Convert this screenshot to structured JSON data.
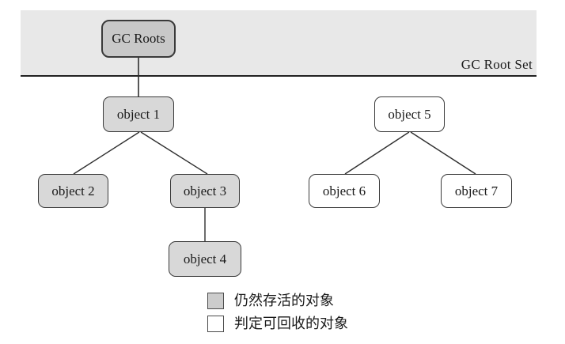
{
  "region": {
    "label": "GC Root Set"
  },
  "nodes": {
    "gc_roots": {
      "label": "GC Roots",
      "status": "root"
    },
    "object1": {
      "label": "object 1",
      "status": "alive"
    },
    "object2": {
      "label": "object 2",
      "status": "alive"
    },
    "object3": {
      "label": "object 3",
      "status": "alive"
    },
    "object4": {
      "label": "object 4",
      "status": "alive"
    },
    "object5": {
      "label": "object 5",
      "status": "recyclable"
    },
    "object6": {
      "label": "object 6",
      "status": "recyclable"
    },
    "object7": {
      "label": "object 7",
      "status": "recyclable"
    }
  },
  "edges": [
    {
      "from": "GC Roots",
      "to": "object 1"
    },
    {
      "from": "object 1",
      "to": "object 2"
    },
    {
      "from": "object 1",
      "to": "object 3"
    },
    {
      "from": "object 3",
      "to": "object 4"
    },
    {
      "from": "object 5",
      "to": "object 6"
    },
    {
      "from": "object 5",
      "to": "object 7"
    }
  ],
  "legend": {
    "alive": {
      "label": "仍然存活的对象"
    },
    "recyclable": {
      "label": "判定可回收的对象"
    }
  },
  "colors": {
    "root_region_bg": "#e8e8e8",
    "root_node_fill": "#c8c8c8",
    "alive_node_fill": "#d8d8d8",
    "recyclable_node_fill": "#ffffff",
    "legend_alive_swatch": "#cccccc",
    "line": "#2f2f2f"
  }
}
